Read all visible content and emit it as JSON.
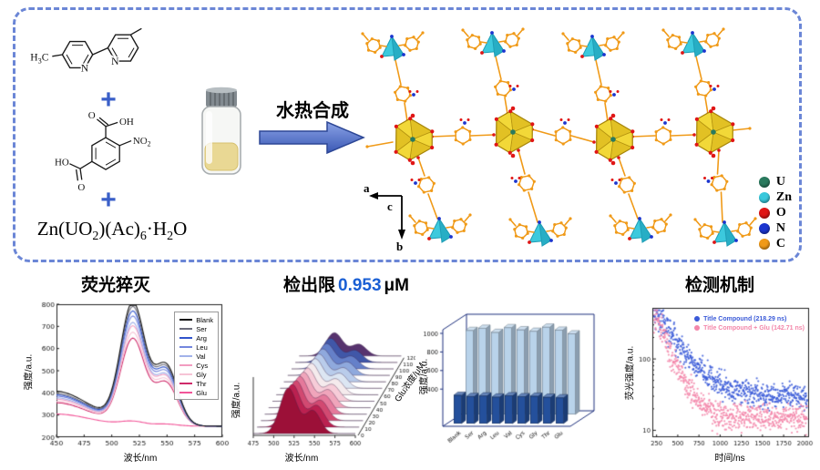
{
  "scheme": {
    "bipyridine": {
      "h": "H",
      "three": "3",
      "c": "C",
      "n1": "N",
      "n2": "N"
    },
    "plus": "+",
    "acid": {
      "o_top": "O",
      "oh": "OH",
      "ho": "HO",
      "o_bottom": "O",
      "no": "NO",
      "no_sub": "2"
    },
    "formula": {
      "p1": "Zn(UO",
      "s1": "2",
      "p2": ")(Ac)",
      "s2": "6",
      "p3": "·H",
      "s3": "2",
      "p4": "O"
    },
    "arrow_label": "水热合成",
    "axis_labels": {
      "a": "a",
      "b": "b",
      "c": "c"
    },
    "legend": [
      {
        "label": "U",
        "color": "#2a7a5e"
      },
      {
        "label": "Zn",
        "color": "#38c8dc"
      },
      {
        "label": "O",
        "color": "#e01616"
      },
      {
        "label": "N",
        "color": "#1b35cf"
      },
      {
        "label": "C",
        "color": "#f09a18"
      }
    ]
  },
  "titles": {
    "panel1": "荧光猝灭",
    "panel2_prefix": "检出限",
    "panel2_value": "0.953",
    "panel2_unit": "μM",
    "panel2_value_color": "#1a5fd4",
    "panel3": "检测机制"
  },
  "chart_data": [
    {
      "type": "line",
      "title": "荧光猝灭",
      "xlabel": "波长/nm",
      "ylabel": "强度/a.u.",
      "xlim": [
        450,
        600
      ],
      "ylim": [
        200,
        800
      ],
      "xticks": [
        450,
        475,
        500,
        525,
        550,
        575,
        600
      ],
      "yticks": [
        200,
        300,
        400,
        500,
        600,
        700,
        800
      ],
      "peak_nm": 519,
      "shoulder_nm": 549,
      "end": 250,
      "series": [
        {
          "name": "Blank",
          "color": "#101010",
          "peak": 792,
          "start": 408
        },
        {
          "name": "Ser",
          "color": "#6e6e7c",
          "peak": 772,
          "start": 398
        },
        {
          "name": "Arg",
          "color": "#3054cc",
          "peak": 752,
          "start": 392
        },
        {
          "name": "Leu",
          "color": "#7486de",
          "peak": 730,
          "start": 386
        },
        {
          "name": "Val",
          "color": "#a2b2ea",
          "peak": 702,
          "start": 378
        },
        {
          "name": "Cys",
          "color": "#f29cc0",
          "peak": 688,
          "start": 372
        },
        {
          "name": "Gly",
          "color": "#f6c4d6",
          "peak": 660,
          "start": 362
        },
        {
          "name": "Thr",
          "color": "#cf2a6a",
          "peak": 634,
          "start": 356
        },
        {
          "name": "Glu",
          "color": "#f25598",
          "peak": 268,
          "start": 305
        }
      ]
    },
    {
      "type": "waterfall3d",
      "title": "检出限 0.953 μM",
      "xlabel": "波长/nm",
      "ylabel": "强度/a.u.",
      "zlabel": "Glu浓度/μM",
      "xlim": [
        475,
        600
      ],
      "xticks": [
        475,
        500,
        525,
        550,
        575,
        600
      ],
      "peak_nm": 518,
      "concentrations": [
        0,
        10,
        20,
        30,
        40,
        50,
        60,
        70,
        80,
        90,
        100,
        110,
        120
      ],
      "amplitudes": [
        1.0,
        0.94,
        0.88,
        0.83,
        0.78,
        0.73,
        0.69,
        0.65,
        0.61,
        0.58,
        0.555,
        0.53,
        0.51
      ],
      "colors": [
        "#9c1038",
        "#bb2150",
        "#d24971",
        "#e5799b",
        "#f0a5bb",
        "#f7ccd8",
        "#f5ebed",
        "#dce6f3",
        "#b9cceb",
        "#8fa9dd",
        "#6580c9",
        "#4057a8",
        "#57336e"
      ]
    },
    {
      "type": "bar3d",
      "title": "检测机制",
      "ylabel": "强度/a.u.",
      "ylim": [
        0,
        1000
      ],
      "yticks": [
        400,
        600,
        800,
        1000
      ],
      "categories": [
        "Blank",
        "Ser",
        "Arg",
        "Leu",
        "Val",
        "Cys",
        "Gly",
        "Thr",
        "Glu"
      ],
      "series": [
        {
          "name": "front-row",
          "color": "#24509c",
          "values": [
            305,
            292,
            298,
            286,
            300,
            290,
            295,
            284,
            278
          ]
        },
        {
          "name": "back-row",
          "color": "#b9d3ea",
          "values": [
            905,
            928,
            884,
            935,
            912,
            896,
            940,
            908,
            868
          ]
        }
      ]
    },
    {
      "type": "scatter_decay",
      "xlabel": "时间/ns",
      "ylabel": "荧光强度/a.u.",
      "xlim": [
        200,
        2050
      ],
      "xticks": [
        250,
        500,
        750,
        1000,
        1250,
        1500,
        1750,
        2000
      ],
      "yticks": [
        10,
        100
      ],
      "series": [
        {
          "name": "Title Compound (218.29 ns)",
          "color": "#3a5ad8",
          "tau": 218.29,
          "amplitude": 420,
          "baseline": 30
        },
        {
          "name": "Title Compound + Glu (142.71 ns)",
          "color": "#f387aa",
          "tau": 142.71,
          "amplitude": 340,
          "baseline": 15
        }
      ]
    }
  ]
}
